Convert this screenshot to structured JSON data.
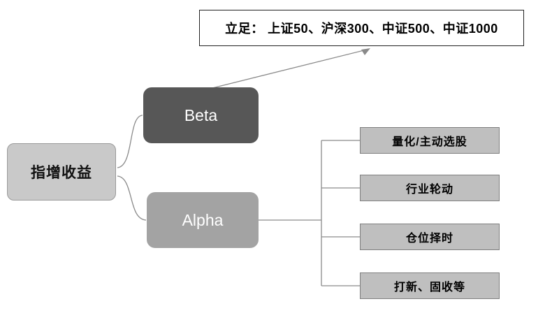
{
  "diagram": {
    "top_note": {
      "label": "立足： 上证50、沪深300、中证500、中证1000"
    },
    "root": {
      "label": "指增收益"
    },
    "beta": {
      "label": "Beta"
    },
    "alpha": {
      "label": "Alpha"
    },
    "alpha_children": [
      {
        "label": "量化/主动选股"
      },
      {
        "label": "行业轮动"
      },
      {
        "label": "仓位择时"
      },
      {
        "label": "打新、固收等"
      }
    ],
    "colors": {
      "root_fill": "#c9c9c9",
      "beta_fill": "#575757",
      "alpha_fill": "#a3a3a3",
      "child_fill": "#bfbfbf",
      "line": "#8a8a8a"
    }
  }
}
